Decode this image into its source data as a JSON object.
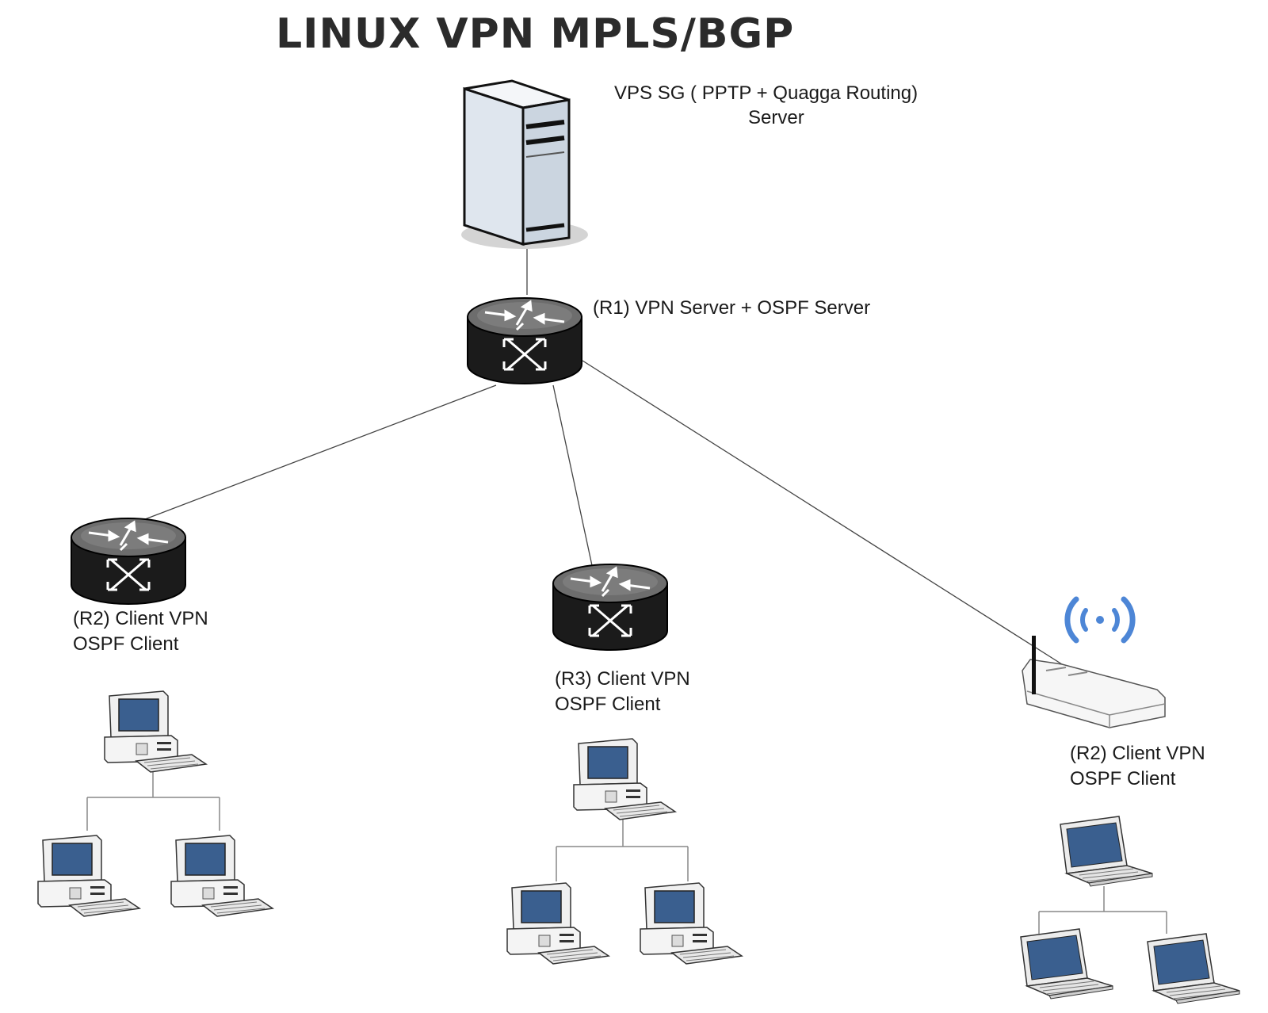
{
  "title": "LINUX VPN MPLS/BGP",
  "nodes": {
    "server": {
      "line1": "VPS SG ( PPTP + Quagga Routing)",
      "line2": "Server"
    },
    "r1": {
      "line1": "(R1) VPN Server + OSPF Server"
    },
    "r2_left": {
      "line1": "(R2) Client VPN",
      "line2": "OSPF Client"
    },
    "r3": {
      "line1": "(R3) Client VPN",
      "line2": "OSPF Client"
    },
    "r2_wireless": {
      "line1": "(R2) Client VPN",
      "line2": "OSPF Client"
    }
  },
  "icons": {
    "server": "server-tower-icon",
    "router": "router-icon",
    "wireless_router": "wireless-router-icon",
    "wifi": "wifi-signal-icon",
    "desktop": "desktop-computer-icon",
    "laptop": "laptop-icon"
  },
  "colors": {
    "title": "#2b2b2b",
    "router_body": "#1b1b1b",
    "router_top": "#6d6d6d",
    "wifi": "#4d86d6",
    "screen": "#3a5f8f",
    "line": "#444444"
  }
}
